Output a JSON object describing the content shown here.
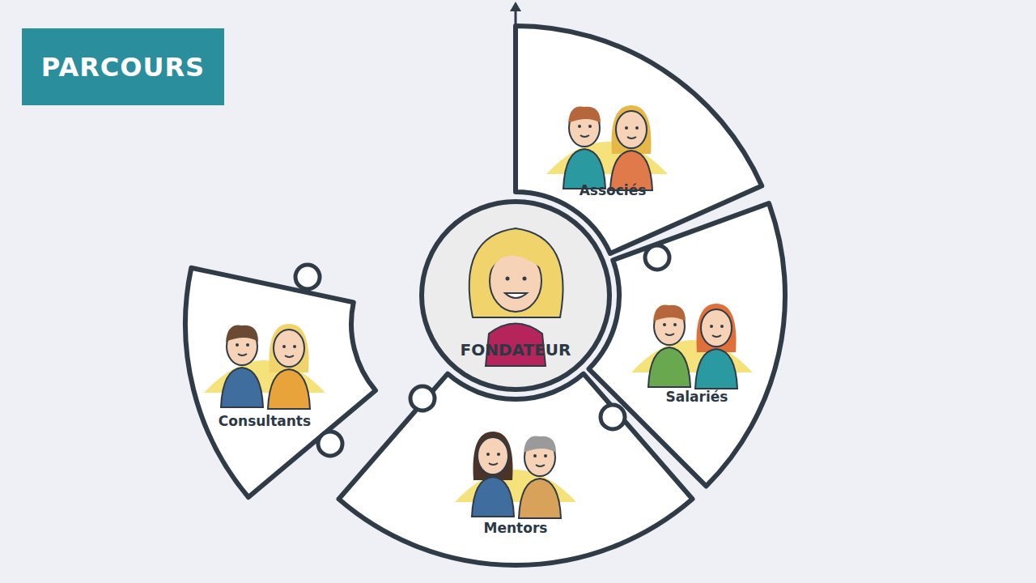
{
  "diagram": {
    "title": "PARCOURS",
    "nodes": [
      {
        "text": [
          "FONDATEUR"
        ]
      },
      {
        "text": [
          "Associés"
        ]
      },
      {
        "text": [
          "Salariés"
        ]
      },
      {
        "text": [
          "Mentors"
        ]
      },
      {
        "text": [
          "Consultants"
        ]
      }
    ]
  }
}
